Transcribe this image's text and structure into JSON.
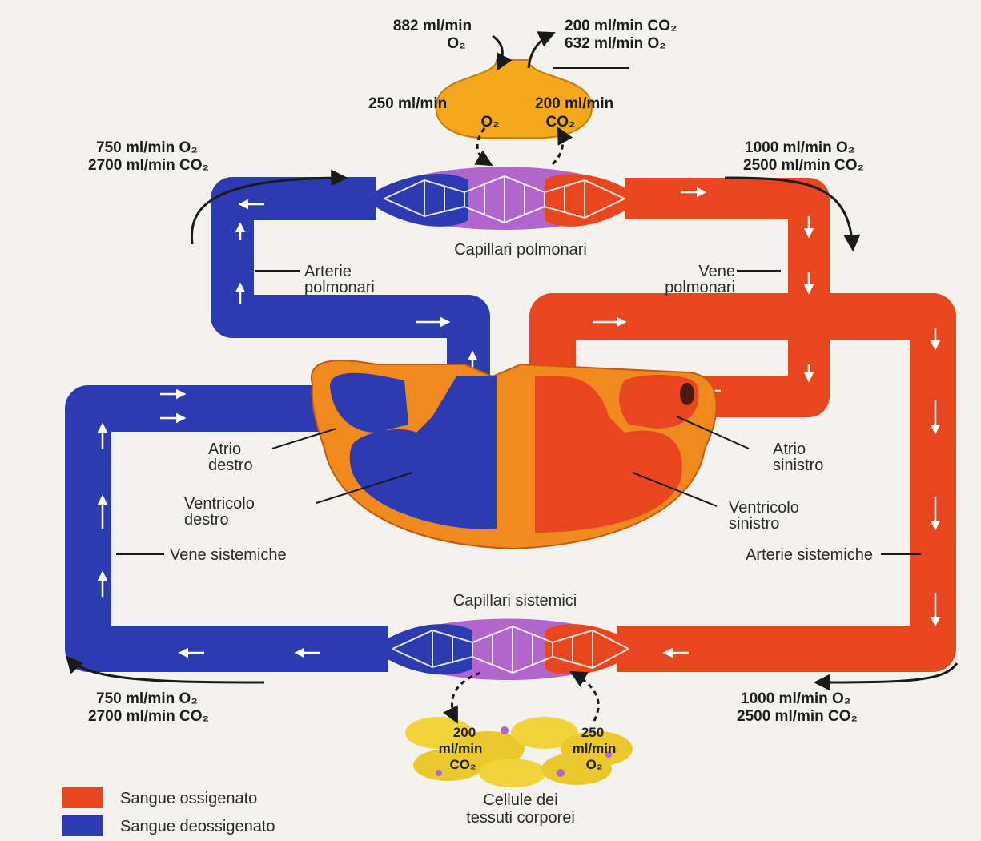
{
  "colors": {
    "oxygenated": "#e8461e",
    "deoxygenated": "#2d3bb0",
    "capillary": "#b066cc",
    "heart_wall": "#f08a1e",
    "lung": "#f5a81c",
    "tissue": "#f1d43a"
  },
  "lung": {
    "in_o2": "882 ml/min",
    "in_o2_gas": "O₂",
    "out_co2": "200 ml/min CO₂",
    "out_o2": "632 ml/min O₂",
    "exchange_o2_rate": "250 ml/min",
    "exchange_o2_gas": "O₂",
    "exchange_co2_rate": "200 ml/min",
    "exchange_co2_gas": "CO₂"
  },
  "flows": {
    "pulm_in_o2": "750 ml/min O₂",
    "pulm_in_co2": "2700 ml/min CO₂",
    "pulm_out_o2": "1000 ml/min O₂",
    "pulm_out_co2": "2500 ml/min CO₂",
    "sys_out_o2": "750 ml/min O₂",
    "sys_out_co2": "2700 ml/min CO₂",
    "sys_in_o2": "1000 ml/min O₂",
    "sys_in_co2": "2500 ml/min CO₂"
  },
  "labels": {
    "pulmonary_capillaries": "Capillari polmonari",
    "pulmonary_arteries_1": "Arterie",
    "pulmonary_arteries_2": "polmonari",
    "pulmonary_veins_1": "Vene",
    "pulmonary_veins_2": "polmonari",
    "right_atrium_1": "Atrio",
    "right_atrium_2": "destro",
    "left_atrium_1": "Atrio",
    "left_atrium_2": "sinistro",
    "right_ventricle_1": "Ventricolo",
    "right_ventricle_2": "destro",
    "left_ventricle_1": "Ventricolo",
    "left_ventricle_2": "sinistro",
    "systemic_veins": "Vene sistemiche",
    "systemic_arteries": "Arterie sistemiche",
    "systemic_capillaries": "Capillari sistemici",
    "tissue_cells_1": "Cellule dei",
    "tissue_cells_2": "tessuti corporei"
  },
  "tissue": {
    "co2_amount": "200",
    "co2_unit": "ml/min",
    "co2_gas": "CO₂",
    "o2_amount": "250",
    "o2_unit": "ml/min",
    "o2_gas": "O₂"
  },
  "legend": {
    "oxygenated": "Sangue ossigenato",
    "deoxygenated": "Sangue deossigenato"
  }
}
